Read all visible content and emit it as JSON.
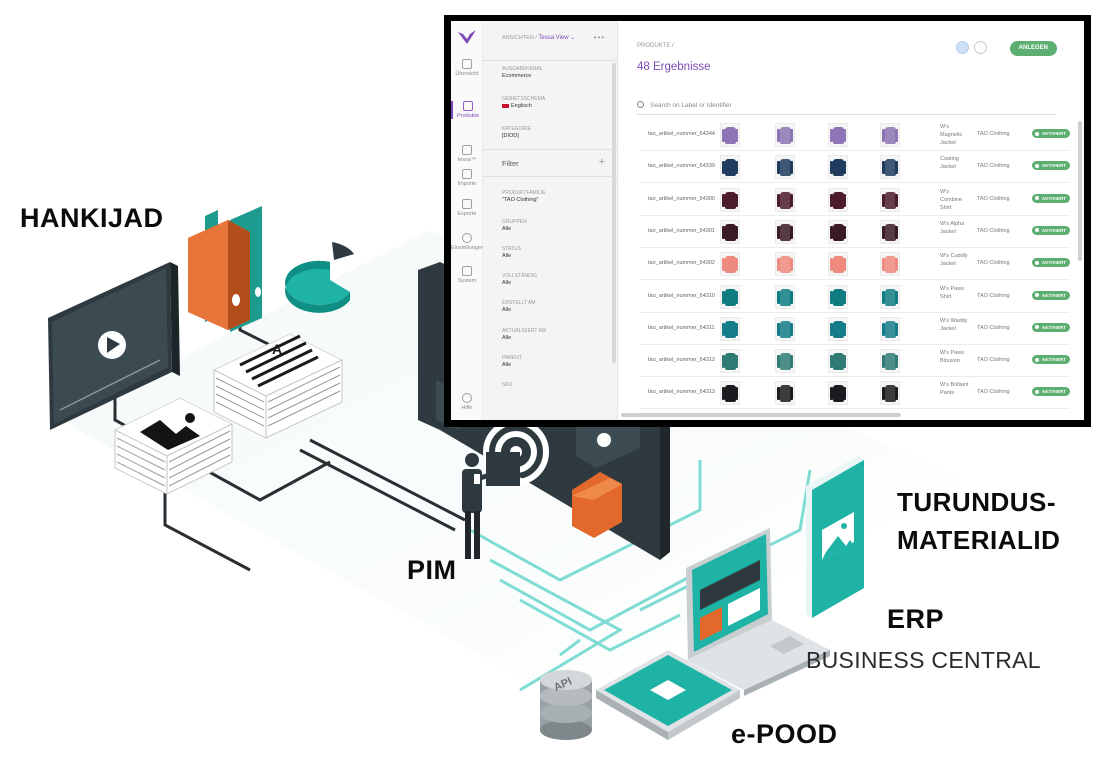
{
  "labels": {
    "suppliers": "HANKIJAD",
    "pim": "PIM",
    "marketing_line1": "TURUNDUS-",
    "marketing_line2": "MATERIALID",
    "erp": "ERP",
    "erp_sub": "BUSINESS CENTRAL",
    "shop": "e-POOD",
    "api": "API"
  },
  "colors": {
    "teal": "#1fb3a5",
    "teal_dark": "#0f8f84",
    "teal_line": "#7fdcd3",
    "screen_dark": "#2f3a40",
    "orange": "#e2682c",
    "accent_purple": "#7c4bb5",
    "status_green": "#5dae71"
  },
  "app": {
    "rail": {
      "items": [
        {
          "label": "Übersicht",
          "icon": "grid-icon",
          "active": false
        },
        {
          "label": "Produkte",
          "icon": "product-icon",
          "active": true
        },
        {
          "label": "tessa™",
          "icon": "tessa-icon",
          "active": false
        },
        {
          "label": "Importe",
          "icon": "import-icon",
          "active": false
        },
        {
          "label": "Exporte",
          "icon": "export-icon",
          "active": false
        },
        {
          "label": "Einstellungen",
          "icon": "settings-icon",
          "active": false
        },
        {
          "label": "System",
          "icon": "sliders-icon",
          "active": false
        },
        {
          "label": "Hilfe",
          "icon": "help-icon",
          "active": false
        }
      ]
    },
    "view": {
      "prefix": "ANSICHTEN /",
      "name": "Tessa View"
    },
    "settings": [
      {
        "label": "AUSGABEKANAL",
        "value": "Ecommerce"
      },
      {
        "label": "GEBIETSSCHEMA",
        "value": "Englisch"
      },
      {
        "label": "KATEGORIE",
        "value": "[DIOD]"
      }
    ],
    "filter_title": "Filter",
    "filters": [
      {
        "label": "PRODUKTFAMILIE",
        "value": "\"TAO Clothing\""
      },
      {
        "label": "GRUPPEN",
        "value": "Alle"
      },
      {
        "label": "STATUS",
        "value": "Alle"
      },
      {
        "label": "VOLLSTÄNDIG",
        "value": "Alle"
      },
      {
        "label": "ERSTELLT AM",
        "value": "Alle"
      },
      {
        "label": "AKTUALISIERT AM",
        "value": "Alle"
      },
      {
        "label": "PARENT",
        "value": "Alle"
      },
      {
        "label": "SKU",
        "value": ""
      }
    ],
    "breadcrumb": "PRODUKTE /",
    "results": "48 Ergebnisse",
    "new_button": "ANLEGEN",
    "search_placeholder": "Search on Label or Identifier",
    "products": [
      {
        "id": "tao_artikel_nummer_64344",
        "name": "W's Magnetic Jacket",
        "family": "TAO Clothing",
        "status": "AKTIVIERT",
        "color": "#8d74b4"
      },
      {
        "id": "tao_artikel_nummer_64339",
        "name": "Coating Jacket",
        "family": "TAO Clothing",
        "status": "AKTIVIERT",
        "color": "#1f3c5e"
      },
      {
        "id": "tao_artikel_nummer_64300",
        "name": "W's Combine Shirt",
        "family": "TAO Clothing",
        "status": "AKTIVIERT",
        "color": "#4c1b2d"
      },
      {
        "id": "tao_artikel_nummer_64301",
        "name": "W's Alpha Jacket",
        "family": "TAO Clothing",
        "status": "AKTIVIERT",
        "color": "#3a1a24"
      },
      {
        "id": "tao_artikel_nummer_64302",
        "name": "W's Cuddly Jacket",
        "family": "TAO Clothing",
        "status": "AKTIVIERT",
        "color": "#ee8a7e"
      },
      {
        "id": "tao_artikel_nummer_64310",
        "name": "W's Paws Shirt",
        "family": "TAO Clothing",
        "status": "AKTIVIERT",
        "color": "#0f7c82"
      },
      {
        "id": "tao_artikel_nummer_64311",
        "name": "W's Waddy Jacket",
        "family": "TAO Clothing",
        "status": "AKTIVIERT",
        "color": "#157c8a"
      },
      {
        "id": "tao_artikel_nummer_64312",
        "name": "W's Paws Blouson",
        "family": "TAO Clothing",
        "status": "AKTIVIERT",
        "color": "#2f7b74"
      },
      {
        "id": "tao_artikel_nummer_64313",
        "name": "W's Brilliant Pants",
        "family": "TAO Clothing",
        "status": "AKTIVIERT",
        "color": "#1b1b1f"
      }
    ]
  }
}
